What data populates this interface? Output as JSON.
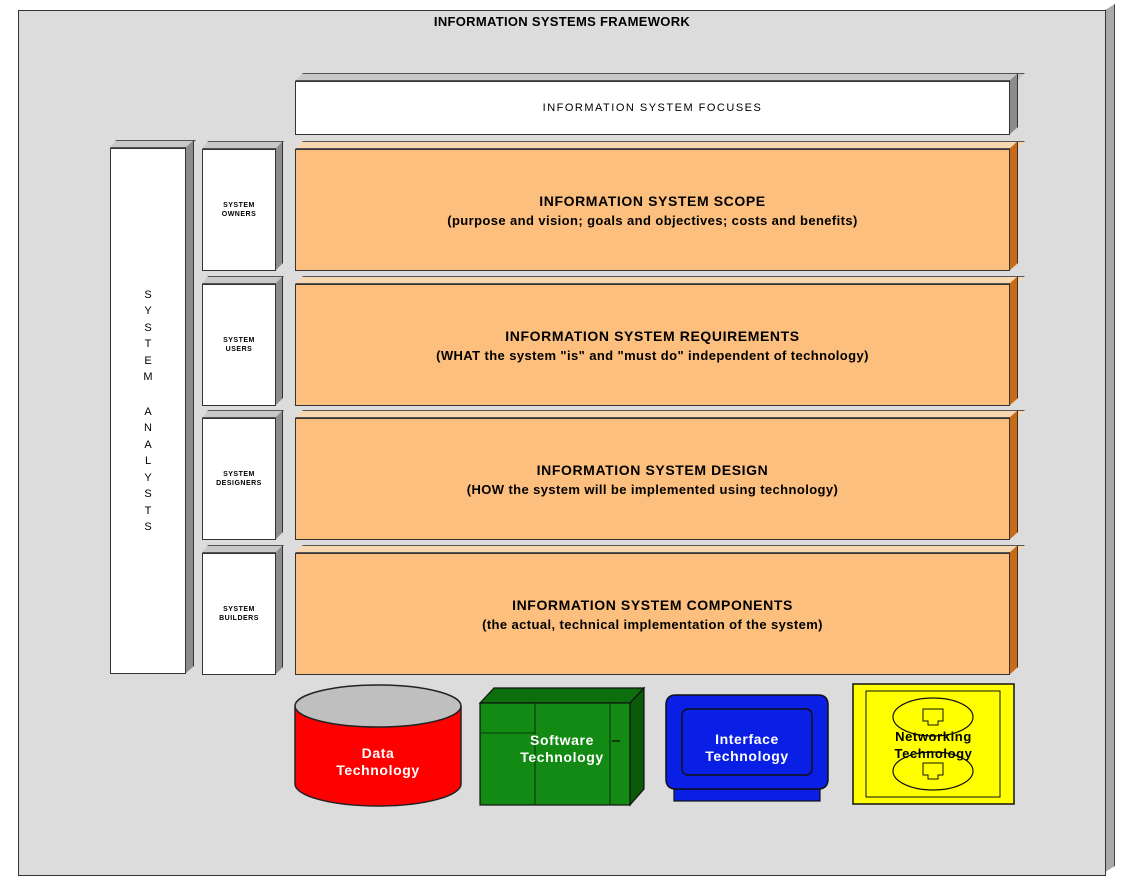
{
  "title": "INFORMATION SYSTEMS FRAMEWORK",
  "focuses_label": "INFORMATION SYSTEM FOCUSES",
  "analysts_label": "SYSTEM ANALYSTS",
  "stakeholders": [
    {
      "line1": "SYSTEM",
      "line2": "OWNERS"
    },
    {
      "line1": "SYSTEM",
      "line2": "USERS"
    },
    {
      "line1": "SYSTEM",
      "line2": "DESIGNERS"
    },
    {
      "line1": "SYSTEM",
      "line2": "BUILDERS"
    }
  ],
  "layers": [
    {
      "title": "INFORMATION SYSTEM SCOPE",
      "subtitle": "(purpose and vision; goals and objectives; costs and benefits)"
    },
    {
      "title": "INFORMATION SYSTEM REQUIREMENTS",
      "subtitle": "(WHAT the system \"is\" and \"must do\" independent of technology)"
    },
    {
      "title": "INFORMATION SYSTEM DESIGN",
      "subtitle": "(HOW the system will be implemented using technology)"
    },
    {
      "title": "INFORMATION SYSTEM COMPONENTS",
      "subtitle": "(the actual, technical implementation of the system)"
    }
  ],
  "technologies": [
    {
      "line1": "Data",
      "line2": "Technology",
      "icon": "database-cylinder-icon",
      "color": "#ff0000"
    },
    {
      "line1": "Software",
      "line2": "Technology",
      "icon": "server-cabinet-icon",
      "color": "#138a13"
    },
    {
      "line1": "Interface",
      "line2": "Technology",
      "icon": "monitor-icon",
      "color": "#0a1fe6"
    },
    {
      "line1": "Networking",
      "line2": "Technology",
      "icon": "network-jack-icon",
      "color": "#ffff00"
    }
  ],
  "colors": {
    "frame": "#dcdcdc",
    "layer": "#fcbf7e",
    "layer_side": "#c86a16"
  }
}
